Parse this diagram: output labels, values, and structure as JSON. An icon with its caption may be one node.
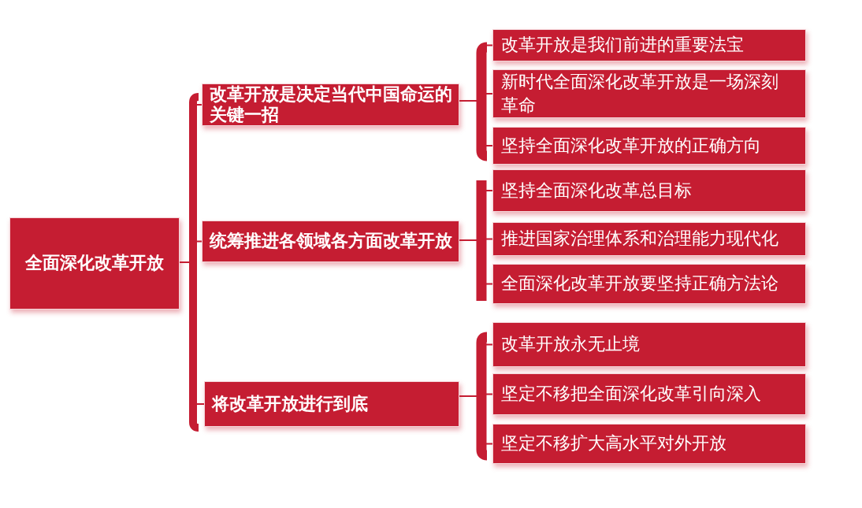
{
  "diagram": {
    "nodes": [
      {
        "text": [
          "全面深化改革开放"
        ]
      },
      {
        "text": [
          "改革开放是决定当代中国命运的关键一招"
        ]
      },
      {
        "text": [
          "统筹推进各领域各方面改革开放"
        ]
      },
      {
        "text": [
          "将改革开放进行到底"
        ]
      },
      {
        "text": [
          "改革开放是我们前进的重要法宝"
        ]
      },
      {
        "text": [
          "新时代全面深化改革开放是一场深刻革命"
        ]
      },
      {
        "text": [
          "坚持全面深化改革开放的正确方向"
        ]
      },
      {
        "text": [
          "坚持全面深化改革总目标"
        ]
      },
      {
        "text": [
          "推进国家治理体系和治理能力现代化"
        ]
      },
      {
        "text": [
          "全面深化改革开放要坚持正确方法论"
        ]
      },
      {
        "text": [
          "改革开放永无止境"
        ]
      },
      {
        "text": [
          "坚定不移把全面深化改革引向深入"
        ]
      },
      {
        "text": [
          "坚定不移扩大高水平对外开放"
        ]
      }
    ],
    "edges": [
      {
        "from": 0,
        "to": 1,
        "arrow": "none"
      },
      {
        "from": 0,
        "to": 2,
        "arrow": "none"
      },
      {
        "from": 0,
        "to": 3,
        "arrow": "none"
      },
      {
        "from": 1,
        "to": 4,
        "arrow": "none"
      },
      {
        "from": 1,
        "to": 5,
        "arrow": "none"
      },
      {
        "from": 1,
        "to": 6,
        "arrow": "none"
      },
      {
        "from": 2,
        "to": 7,
        "arrow": "none"
      },
      {
        "from": 2,
        "to": 8,
        "arrow": "none"
      },
      {
        "from": 2,
        "to": 9,
        "arrow": "none"
      },
      {
        "from": 3,
        "to": 10,
        "arrow": "none"
      },
      {
        "from": 3,
        "to": 11,
        "arrow": "none"
      },
      {
        "from": 3,
        "to": 12,
        "arrow": "none"
      }
    ]
  }
}
